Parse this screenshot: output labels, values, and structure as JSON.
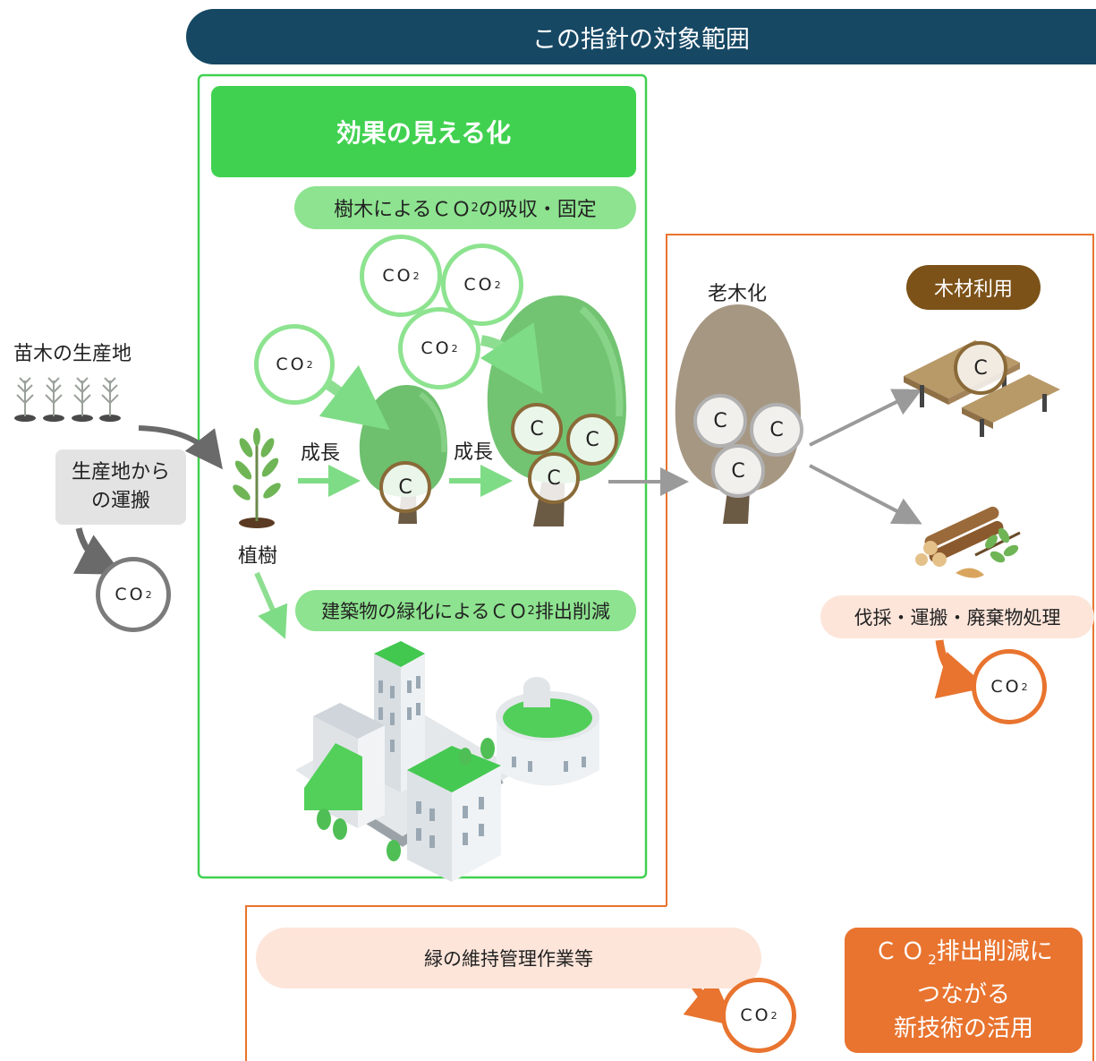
{
  "banner": {
    "title": "この指針の対象範囲"
  },
  "green_section": {
    "header": "効果の見える化",
    "absorb": {
      "pre": "樹木によるＣＯ",
      "sub": "2",
      "post": "の吸収・固定"
    },
    "greening": {
      "pre": "建築物の緑化によるＣＯ",
      "sub": "2",
      "post": "排出削減"
    },
    "planting": "植樹",
    "growth": "成長"
  },
  "nursery": {
    "label": "苗木の生産地",
    "transport": "生産地から\nの運搬"
  },
  "aging": "老木化",
  "timber": {
    "label": "木材利用",
    "processing": "伐採・運搬・廃棄物処理"
  },
  "maintenance": "緑の維持管理作業等",
  "new_tech": {
    "pre": "ＣＯ",
    "sub": "2",
    "post": "排出削減に\nつながる\n新技術の活用"
  },
  "co2": {
    "pre": "CO",
    "sub": "2"
  },
  "carbon": "C",
  "colors": {
    "banner": "#164864",
    "green_box": "#40d150",
    "green_pill": "#8de38f",
    "orange": "#e8742f",
    "peach": "#fde5da",
    "brown": "#7c5218",
    "gray": "#7b7b7b"
  }
}
